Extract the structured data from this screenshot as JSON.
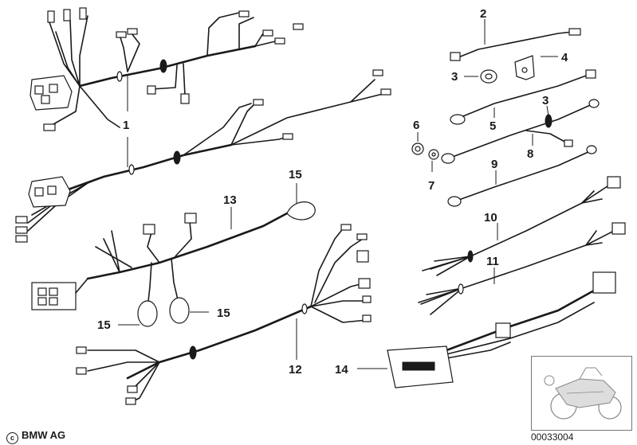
{
  "diagram": {
    "callouts": [
      "1",
      "2",
      "3",
      "4",
      "3",
      "5",
      "3",
      "6",
      "8",
      "7",
      "9",
      "10",
      "11",
      "15",
      "13",
      "15",
      "15",
      "12",
      "14"
    ],
    "footer": {
      "copyright": "BMW AG",
      "image_number": "00033004"
    }
  }
}
